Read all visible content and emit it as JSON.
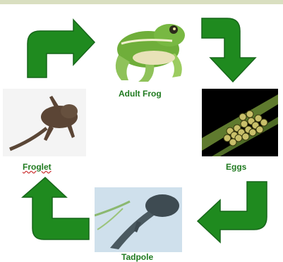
{
  "stages": {
    "adult_frog": {
      "label": "Adult Frog"
    },
    "eggs": {
      "label": "Eggs"
    },
    "tadpole": {
      "label": "Tadpole"
    },
    "froglet": {
      "label": "Froglet"
    }
  },
  "colors": {
    "arrow_fill": "#1f8a1f",
    "arrow_stroke": "#17661a",
    "label": "#1f7a1f",
    "top_band": "#d9dfc0",
    "eggs_bg": "#000000",
    "tadpole_bg": "#cfe0ec"
  }
}
